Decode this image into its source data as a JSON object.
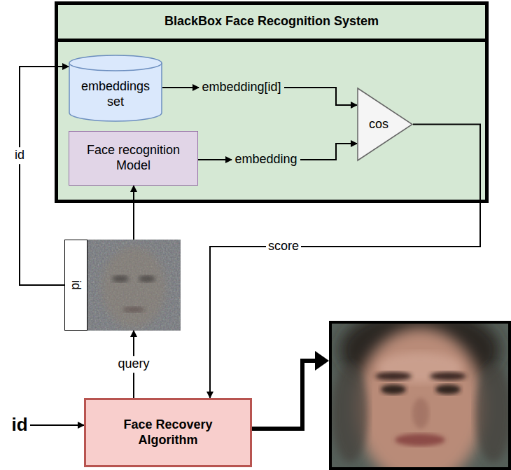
{
  "diagram": {
    "nodes": [
      {
        "text": [
          "BlackBox Face Recognition System"
        ]
      },
      {
        "text": [
          "embeddings set"
        ],
        "in": 0
      },
      {
        "text": [
          "embedding[id]"
        ],
        "in": 0
      },
      {
        "text": [
          "Face recognition Model"
        ],
        "in": 0
      },
      {
        "text": [
          "embedding"
        ],
        "in": 0
      },
      {
        "text": [
          "cos"
        ],
        "in": 0
      },
      {
        "text": [
          "id"
        ]
      },
      {
        "text": [
          "id"
        ]
      },
      {
        "text": [
          "Face Recovery Algorithm"
        ]
      }
    ],
    "edges": [
      {
        "from": 1,
        "to": 2,
        "arrow": "to"
      },
      {
        "from": 2,
        "to": 5,
        "arrow": "to"
      },
      {
        "from": 3,
        "to": 4,
        "arrow": "to"
      },
      {
        "from": 4,
        "to": 5,
        "arrow": "to"
      },
      {
        "from": 5,
        "to": 8,
        "label": "score",
        "arrow": "to"
      },
      {
        "from": 8,
        "to": 6,
        "label": "query",
        "arrow": "to"
      },
      {
        "from": 6,
        "to": 3,
        "arrow": "to"
      },
      {
        "from": 6,
        "to": 1,
        "label": "id",
        "arrow": "to"
      },
      {
        "from": 7,
        "to": 8,
        "arrow": "to"
      }
    ]
  }
}
